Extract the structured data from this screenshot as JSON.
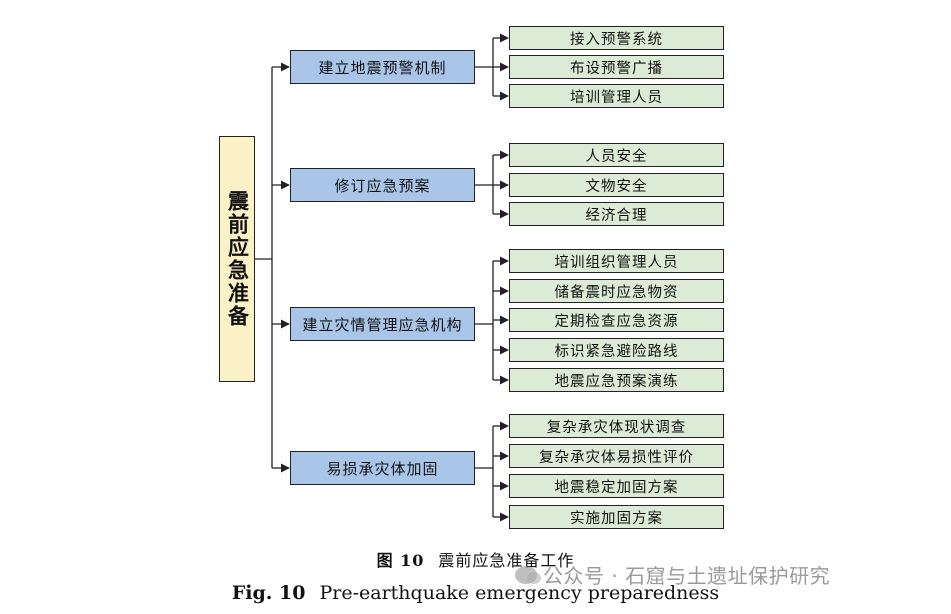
{
  "root": {
    "label": "震前应急准备"
  },
  "categories": [
    {
      "label": "建立地震预警机制",
      "items": [
        "接入预警系统",
        "布设预警广播",
        "培训管理人员"
      ]
    },
    {
      "label": "修订应急预案",
      "items": [
        "人员安全",
        "文物安全",
        "经济合理"
      ]
    },
    {
      "label": "建立灾情管理应急机构",
      "items": [
        "培训组织管理人员",
        "储备震时应急物资",
        "定期检查应急资源",
        "标识紧急避险路线",
        "地震应急预案演练"
      ]
    },
    {
      "label": "易损承灾体加固",
      "items": [
        "复杂承灾体现状调查",
        "复杂承灾体易损性评价",
        "地震稳定加固方案",
        "实施加固方案"
      ]
    }
  ],
  "caption": {
    "cn_label": "图 10",
    "cn_text": "震前应急准备工作",
    "en_label": "Fig. 10",
    "en_text": "Pre-earthquake emergency preparedness"
  },
  "watermark": "公众号 · 石窟与土遗址保护研究",
  "colors": {
    "root_fill": "#fbf1c6",
    "category_fill": "#a9c6e8",
    "leaf_fill": "#dcebd5",
    "line": "#222222"
  }
}
